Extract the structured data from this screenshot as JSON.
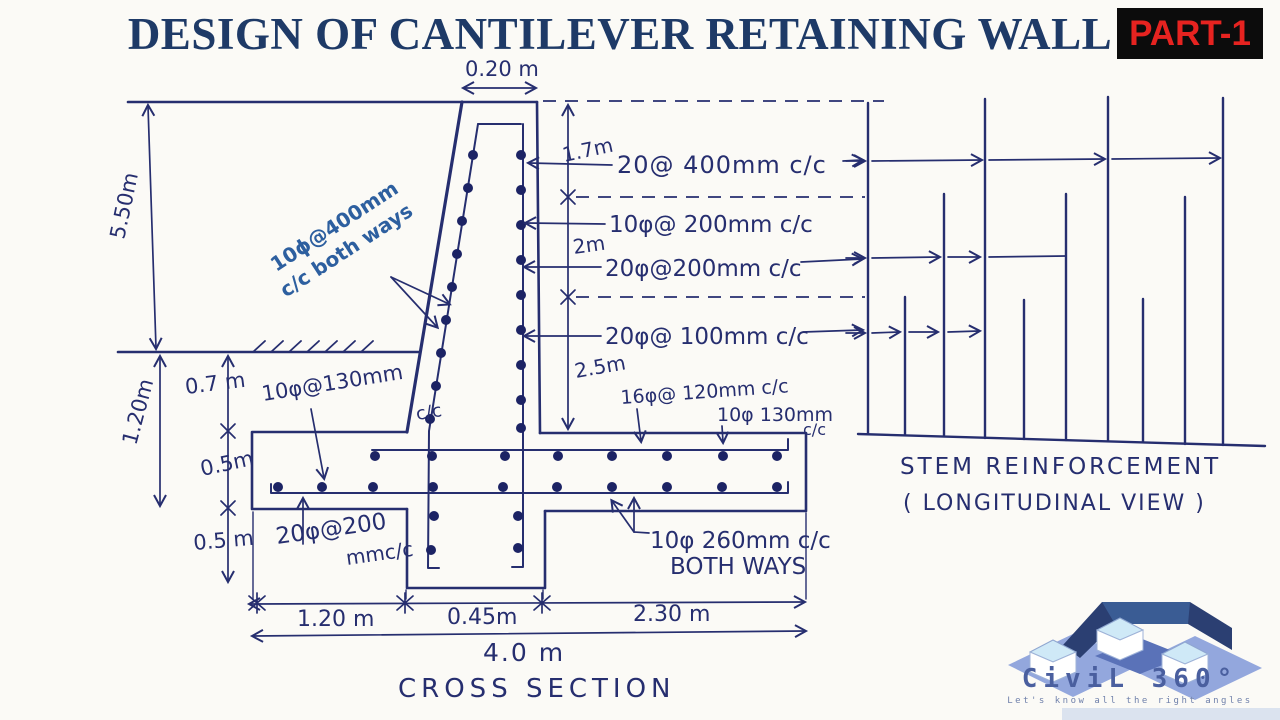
{
  "title": "DESIGN OF CANTILEVER RETAINING WALL",
  "badge": "PART-1",
  "cross_section": {
    "caption": "CROSS SECTION",
    "dims": {
      "stem_top_width": "0.20 m",
      "wall_height": "5.50m",
      "seg_17": "1.7m",
      "seg_2": "2m",
      "seg_25": "2.5m",
      "toe_cover": "0.7 m",
      "left_total": "1.20m",
      "footing_thickness": "0.5m",
      "key_depth": "0.5 m",
      "toe_width": "1.20 m",
      "stem_base_width": "0.45m",
      "heel_width": "2.30 m",
      "base_total": "4.0 m"
    },
    "rebar": {
      "stem_top": "20@ 400mm c/c",
      "stem_distribution": "10φ@ 200mm c/c",
      "stem_middle": "20φ@200mm c/c",
      "stem_bottom": "20φ@ 100mm c/c",
      "stem_face_1": "10ϕ@400mm",
      "stem_face_2": "c/c both ways",
      "toe_top_1": "10φ@130mm",
      "toe_top_2": "c/c",
      "heel_main": "16φ@ 120mm c/c",
      "heel_dist_1": "10φ 130mm",
      "heel_dist_2": "c/c",
      "footing_bottom_1": "10φ 260mm c/c",
      "footing_bottom_2": "BOTH WAYS",
      "toe_bottom_1": "20φ@200",
      "toe_bottom_2": "mmc/c"
    }
  },
  "longitudinal_view": {
    "caption_line1": "STEM REINFORCEMENT",
    "caption_line2": "( LONGITUDINAL VIEW )"
  },
  "logo": {
    "name": "CiviL 360°",
    "tagline": "Let's know all the right angles"
  },
  "colors": {
    "ink": "#262e6f",
    "typed_blue": "#2d5f9f",
    "title_navy": "#1e3a67",
    "badge_red": "#e62320",
    "badge_bg": "#0c0c0c",
    "paper": "#fbfaf6"
  }
}
